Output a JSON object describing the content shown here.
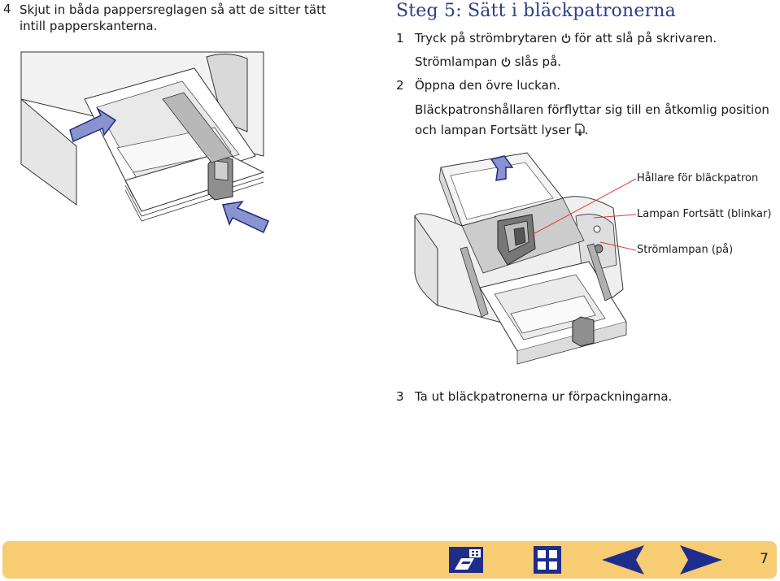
{
  "step4": {
    "number": "4",
    "text": "Skjut in båda pappersreglagen så att de sitter tätt intill papperskanterna."
  },
  "step5": {
    "heading": "Steg 5: Sätt i bläckpatronerna",
    "item1": {
      "number": "1",
      "text_before": "Tryck på strömbrytaren",
      "text_after": "för att slå på skrivaren.",
      "line2_before": "Strömlampan",
      "line2_after": "slås på."
    },
    "item2": {
      "number": "2",
      "text": "Öppna den övre luckan.",
      "line2": "Bläckpatronshållaren förflyttar sig till en åtkomlig position",
      "line3_before": "och lampan Fortsätt lyser",
      "line3_after": "."
    },
    "item3": {
      "number": "3",
      "text": "Ta ut bläckpatronerna ur förpackningarna."
    }
  },
  "callouts": {
    "cartridge_holder": "Hållare för bläckpatron",
    "resume_light": "Lampan Fortsätt (blinkar)",
    "power_light": "Strömlampan (på)"
  },
  "footer": {
    "page_number": "7",
    "icons": [
      "printer-setup-icon",
      "contents-icon",
      "previous-page-icon",
      "next-page-icon"
    ],
    "bar_color": "#f7cc73",
    "icon_color": "#1e2d8c"
  }
}
